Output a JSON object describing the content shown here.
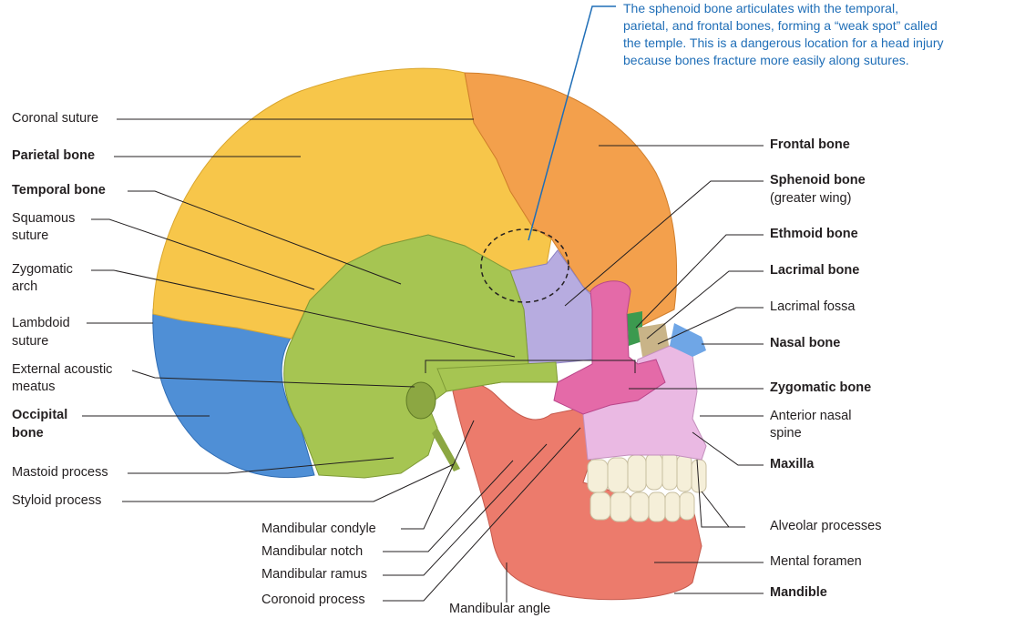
{
  "callout": {
    "lines": [
      "The sphenoid bone articulates with the temporal,",
      "parietal, and frontal bones, forming a “weak spot” called",
      "the temple. This is a dangerous location for a head injury",
      "because bones fracture more easily along sutures."
    ],
    "color": "#1f6eb7"
  },
  "labels_left": {
    "coronal_suture": "Coronal suture",
    "parietal_bone": "Parietal bone",
    "temporal_bone": "Temporal bone",
    "squamous_suture": [
      "Squamous",
      "suture"
    ],
    "zygomatic_arch": [
      "Zygomatic",
      "arch"
    ],
    "lambdoid_suture": [
      "Lambdoid",
      "suture"
    ],
    "external_acoustic_meatus": [
      "External acoustic",
      "meatus"
    ],
    "occipital_bone": [
      "Occipital",
      "bone"
    ],
    "mastoid_process": "Mastoid process",
    "styloid_process": "Styloid process"
  },
  "labels_bottom": {
    "mandibular_condyle": "Mandibular condyle",
    "mandibular_notch": "Mandibular notch",
    "mandibular_ramus": "Mandibular ramus",
    "coronoid_process": "Coronoid process",
    "mandibular_angle": "Mandibular angle"
  },
  "labels_right": {
    "frontal_bone": "Frontal bone",
    "sphenoid_bone": "Sphenoid bone",
    "sphenoid_sub": "(greater wing)",
    "ethmoid_bone": "Ethmoid bone",
    "lacrimal_bone": "Lacrimal bone",
    "lacrimal_fossa": "Lacrimal fossa",
    "nasal_bone": "Nasal bone",
    "zygomatic_bone": "Zygomatic bone",
    "anterior_nasal_spine": [
      "Anterior nasal",
      "spine"
    ],
    "maxilla": "Maxilla",
    "alveolar_processes": "Alveolar processes",
    "mental_foramen": "Mental foramen",
    "mandible": "Mandible"
  },
  "bone_colors": {
    "parietal": "#f7c64a",
    "frontal": "#f3a04c",
    "temporal": "#a6c552",
    "occipital": "#4f8fd6",
    "sphenoid": "#b7ace0",
    "zygomatic": "#e46aa8",
    "maxilla": "#eab9e3",
    "mandible": "#ec7b6c",
    "nasal": "#6fa6e6",
    "ethmoid": "#3c9a4f",
    "lacrimal": "#c9b488",
    "teeth": "#f5efd9"
  }
}
